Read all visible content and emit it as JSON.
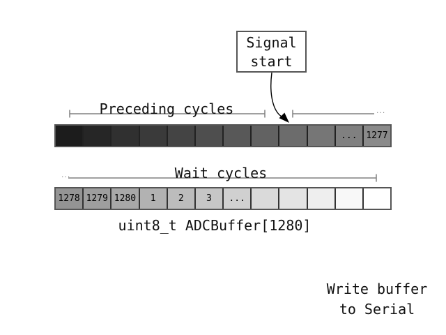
{
  "signal_box": {
    "line1": "Signal",
    "line2": "start"
  },
  "labels": {
    "preceding": "Preceding cycles",
    "wait": "Wait cycles",
    "ellipsis_left": "...",
    "ellipsis_right": "...",
    "caption": "uint8_t ADCBuffer[1280]",
    "footer_line1": "Write buffer",
    "footer_line2": "to Serial"
  },
  "row1": {
    "cells": [
      {
        "label": "",
        "color": "#1c1c1c"
      },
      {
        "label": "",
        "color": "#262626"
      },
      {
        "label": "",
        "color": "#303030"
      },
      {
        "label": "",
        "color": "#3a3a3a"
      },
      {
        "label": "",
        "color": "#444444"
      },
      {
        "label": "",
        "color": "#4e4e4e"
      },
      {
        "label": "",
        "color": "#585858"
      },
      {
        "label": "",
        "color": "#626262"
      },
      {
        "label": "",
        "color": "#6c6c6c"
      },
      {
        "label": "",
        "color": "#767676"
      },
      {
        "label": "...",
        "color": "#808080"
      },
      {
        "label": "1277",
        "color": "#8a8a8a"
      }
    ]
  },
  "row2": {
    "cells": [
      {
        "label": "1278",
        "color": "#949494"
      },
      {
        "label": "1279",
        "color": "#9e9e9e"
      },
      {
        "label": "1280",
        "color": "#a8a8a8"
      },
      {
        "label": "1",
        "color": "#b2b2b2"
      },
      {
        "label": "2",
        "color": "#bcbcbc"
      },
      {
        "label": "3",
        "color": "#c6c6c6"
      },
      {
        "label": "...",
        "color": "#d0d0d0"
      },
      {
        "label": "",
        "color": "#dadada"
      },
      {
        "label": "",
        "color": "#e4e4e4"
      },
      {
        "label": "",
        "color": "#eeeeee"
      },
      {
        "label": "",
        "color": "#f8f8f8"
      },
      {
        "label": "",
        "color": "#ffffff"
      }
    ]
  },
  "colors": {
    "text": "#111111",
    "bracket_line": "#808080",
    "box_border": "#555555",
    "cell_separator": "#222222",
    "row_border": "#555555",
    "arrow": "#000000"
  }
}
